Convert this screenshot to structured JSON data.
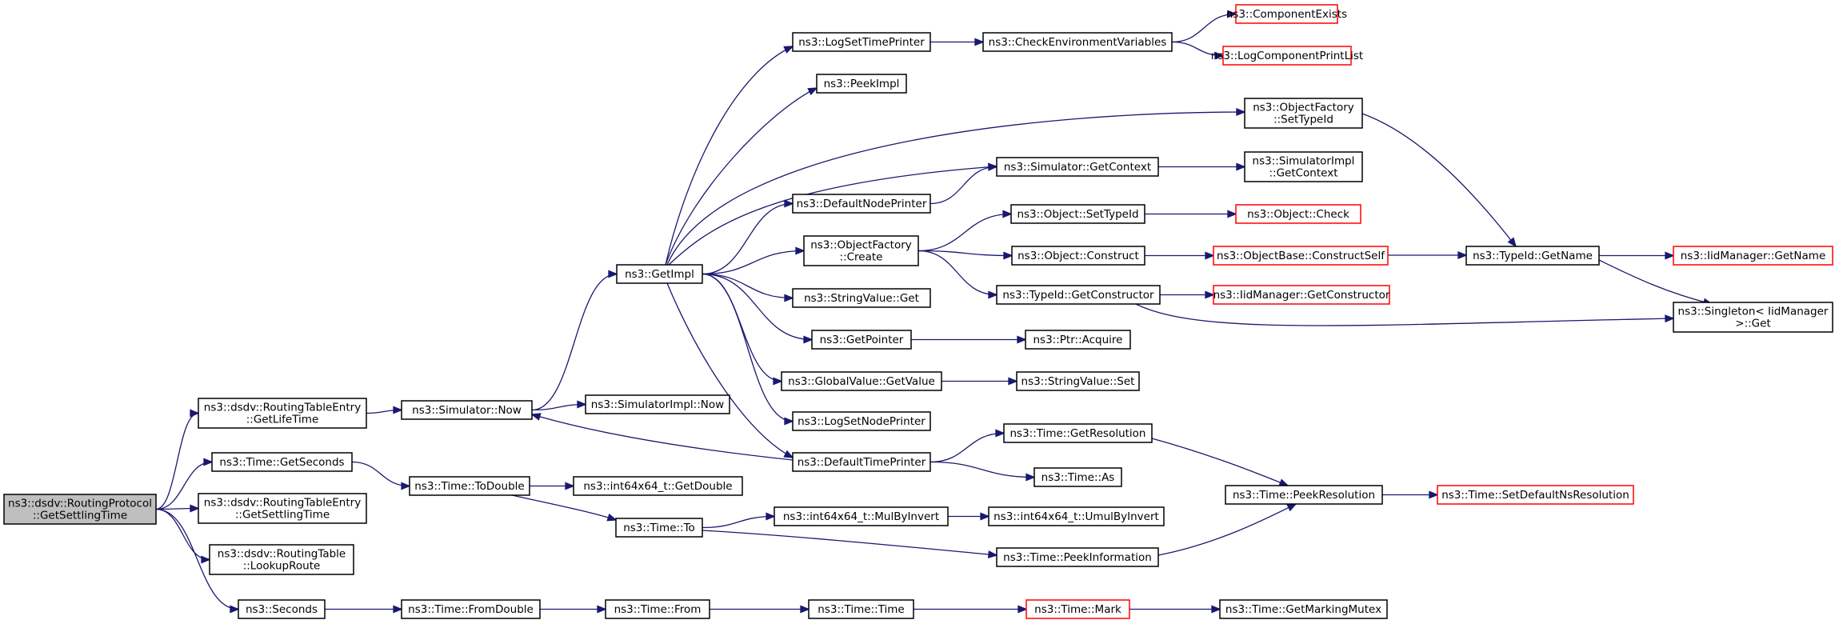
{
  "colors": {
    "edge": "#191970",
    "node_border": "#000000",
    "node_border_external": "#ff0000",
    "node_fill": "#ffffff",
    "node_fill_root": "#bfbfbf"
  },
  "nodes": [
    {
      "id": "root",
      "lines": [
        "ns3::dsdv::RoutingProtocol",
        "::GetSettlingTime"
      ],
      "kind": "root"
    },
    {
      "id": "rte_lifetime",
      "lines": [
        "ns3::dsdv::RoutingTableEntry",
        "::GetLifeTime"
      ],
      "kind": "normal"
    },
    {
      "id": "time_getseconds",
      "lines": [
        "ns3::Time::GetSeconds"
      ],
      "kind": "normal"
    },
    {
      "id": "rte_settling",
      "lines": [
        "ns3::dsdv::RoutingTableEntry",
        "::GetSettlingTime"
      ],
      "kind": "normal"
    },
    {
      "id": "rt_lookup",
      "lines": [
        "ns3::dsdv::RoutingTable",
        "::LookupRoute"
      ],
      "kind": "normal"
    },
    {
      "id": "seconds",
      "lines": [
        "ns3::Seconds"
      ],
      "kind": "normal"
    },
    {
      "id": "sim_now",
      "lines": [
        "ns3::Simulator::Now"
      ],
      "kind": "normal"
    },
    {
      "id": "time_todouble",
      "lines": [
        "ns3::Time::ToDouble"
      ],
      "kind": "normal"
    },
    {
      "id": "time_fromdouble",
      "lines": [
        "ns3::Time::FromDouble"
      ],
      "kind": "normal"
    },
    {
      "id": "getimpl",
      "lines": [
        "ns3::GetImpl"
      ],
      "kind": "normal"
    },
    {
      "id": "simimpl_now",
      "lines": [
        "ns3::SimulatorImpl::Now"
      ],
      "kind": "normal"
    },
    {
      "id": "int64_getdouble",
      "lines": [
        "ns3::int64x64_t::GetDouble"
      ],
      "kind": "normal"
    },
    {
      "id": "time_to",
      "lines": [
        "ns3::Time::To"
      ],
      "kind": "normal"
    },
    {
      "id": "time_from",
      "lines": [
        "ns3::Time::From"
      ],
      "kind": "normal"
    },
    {
      "id": "logsettimeprinter",
      "lines": [
        "ns3::LogSetTimePrinter"
      ],
      "kind": "normal"
    },
    {
      "id": "peekimpl",
      "lines": [
        "ns3::PeekImpl"
      ],
      "kind": "normal"
    },
    {
      "id": "defaultnodeprinter",
      "lines": [
        "ns3::DefaultNodePrinter"
      ],
      "kind": "normal"
    },
    {
      "id": "objfactory_create",
      "lines": [
        "ns3::ObjectFactory",
        "::Create"
      ],
      "kind": "normal"
    },
    {
      "id": "stringvalue_get",
      "lines": [
        "ns3::StringValue::Get"
      ],
      "kind": "normal"
    },
    {
      "id": "getpointer",
      "lines": [
        "ns3::GetPointer"
      ],
      "kind": "normal"
    },
    {
      "id": "globalvalue_getvalue",
      "lines": [
        "ns3::GlobalValue::GetValue"
      ],
      "kind": "normal"
    },
    {
      "id": "logsetnodeprinter",
      "lines": [
        "ns3::LogSetNodePrinter"
      ],
      "kind": "normal"
    },
    {
      "id": "defaulttimeprinter",
      "lines": [
        "ns3::DefaultTimePrinter"
      ],
      "kind": "normal"
    },
    {
      "id": "int64_mulbyinvert",
      "lines": [
        "ns3::int64x64_t::MulByInvert"
      ],
      "kind": "normal"
    },
    {
      "id": "time_time",
      "lines": [
        "ns3::Time::Time"
      ],
      "kind": "normal"
    },
    {
      "id": "checkenvvars",
      "lines": [
        "ns3::CheckEnvironmentVariables"
      ],
      "kind": "normal"
    },
    {
      "id": "sim_getcontext",
      "lines": [
        "ns3::Simulator::GetContext"
      ],
      "kind": "normal"
    },
    {
      "id": "object_settypeid",
      "lines": [
        "ns3::Object::SetTypeId"
      ],
      "kind": "normal"
    },
    {
      "id": "object_construct",
      "lines": [
        "ns3::Object::Construct"
      ],
      "kind": "normal"
    },
    {
      "id": "typeid_getconstructor",
      "lines": [
        "ns3::TypeId::GetConstructor"
      ],
      "kind": "normal"
    },
    {
      "id": "ptr_acquire",
      "lines": [
        "ns3::Ptr::Acquire"
      ],
      "kind": "normal"
    },
    {
      "id": "stringvalue_set",
      "lines": [
        "ns3::StringValue::Set"
      ],
      "kind": "normal"
    },
    {
      "id": "time_getresolution",
      "lines": [
        "ns3::Time::GetResolution"
      ],
      "kind": "normal"
    },
    {
      "id": "time_as",
      "lines": [
        "ns3::Time::As"
      ],
      "kind": "normal"
    },
    {
      "id": "int64_umulbyinvert",
      "lines": [
        "ns3::int64x64_t::UmulByInvert"
      ],
      "kind": "normal"
    },
    {
      "id": "time_peekinformation",
      "lines": [
        "ns3::Time::PeekInformation"
      ],
      "kind": "normal"
    },
    {
      "id": "time_mark",
      "lines": [
        "ns3::Time::Mark"
      ],
      "kind": "external"
    },
    {
      "id": "componentexists",
      "lines": [
        "ns3::ComponentExists"
      ],
      "kind": "external"
    },
    {
      "id": "logcomponentprintlist",
      "lines": [
        "ns3::LogComponentPrintList"
      ],
      "kind": "external"
    },
    {
      "id": "objfactory_settypeid",
      "lines": [
        "ns3::ObjectFactory",
        "::SetTypeId"
      ],
      "kind": "normal"
    },
    {
      "id": "simimpl_getcontext",
      "lines": [
        "ns3::SimulatorImpl",
        "::GetContext"
      ],
      "kind": "normal"
    },
    {
      "id": "object_check",
      "lines": [
        "ns3::Object::Check"
      ],
      "kind": "external"
    },
    {
      "id": "objectbase_constructself",
      "lines": [
        "ns3::ObjectBase::ConstructSelf"
      ],
      "kind": "external"
    },
    {
      "id": "iidmanager_getconstructor",
      "lines": [
        "ns3::IidManager::GetConstructor"
      ],
      "kind": "external"
    },
    {
      "id": "time_peekresolution",
      "lines": [
        "ns3::Time::PeekResolution"
      ],
      "kind": "normal"
    },
    {
      "id": "time_getmarkingmutex",
      "lines": [
        "ns3::Time::GetMarkingMutex"
      ],
      "kind": "normal"
    },
    {
      "id": "typeid_getname",
      "lines": [
        "ns3::TypeId::GetName"
      ],
      "kind": "normal"
    },
    {
      "id": "time_setdefaultnsresolution",
      "lines": [
        "ns3::Time::SetDefaultNsResolution"
      ],
      "kind": "external"
    },
    {
      "id": "iidmanager_getname",
      "lines": [
        "ns3::IidManager::GetName"
      ],
      "kind": "external"
    },
    {
      "id": "singleton_get",
      "lines": [
        "ns3::Singleton< IidManager",
        ">::Get"
      ],
      "kind": "normal"
    }
  ],
  "edges": [
    [
      "root",
      "rte_lifetime"
    ],
    [
      "root",
      "time_getseconds"
    ],
    [
      "root",
      "rte_settling"
    ],
    [
      "root",
      "rt_lookup"
    ],
    [
      "root",
      "seconds"
    ],
    [
      "rte_lifetime",
      "sim_now"
    ],
    [
      "time_getseconds",
      "time_todouble"
    ],
    [
      "seconds",
      "time_fromdouble"
    ],
    [
      "sim_now",
      "getimpl"
    ],
    [
      "sim_now",
      "simimpl_now"
    ],
    [
      "time_todouble",
      "int64_getdouble"
    ],
    [
      "time_todouble",
      "time_to"
    ],
    [
      "time_fromdouble",
      "time_from"
    ],
    [
      "getimpl",
      "logsettimeprinter"
    ],
    [
      "getimpl",
      "peekimpl"
    ],
    [
      "getimpl",
      "objfactory_settypeid"
    ],
    [
      "getimpl",
      "sim_getcontext"
    ],
    [
      "getimpl",
      "defaultnodeprinter"
    ],
    [
      "getimpl",
      "objfactory_create"
    ],
    [
      "getimpl",
      "stringvalue_get"
    ],
    [
      "getimpl",
      "getpointer"
    ],
    [
      "getimpl",
      "globalvalue_getvalue"
    ],
    [
      "getimpl",
      "logsetnodeprinter"
    ],
    [
      "getimpl",
      "defaulttimeprinter"
    ],
    [
      "defaulttimeprinter",
      "sim_now"
    ],
    [
      "defaulttimeprinter",
      "time_getresolution"
    ],
    [
      "defaulttimeprinter",
      "time_as"
    ],
    [
      "logsettimeprinter",
      "checkenvvars"
    ],
    [
      "checkenvvars",
      "componentexists"
    ],
    [
      "checkenvvars",
      "logcomponentprintlist"
    ],
    [
      "defaultnodeprinter",
      "sim_getcontext"
    ],
    [
      "sim_getcontext",
      "simimpl_getcontext"
    ],
    [
      "objfactory_create",
      "object_settypeid"
    ],
    [
      "objfactory_create",
      "object_construct"
    ],
    [
      "objfactory_create",
      "typeid_getconstructor"
    ],
    [
      "object_settypeid",
      "object_check"
    ],
    [
      "object_construct",
      "objectbase_constructself"
    ],
    [
      "objectbase_constructself",
      "typeid_getname"
    ],
    [
      "objfactory_settypeid",
      "typeid_getname"
    ],
    [
      "typeid_getconstructor",
      "iidmanager_getconstructor"
    ],
    [
      "typeid_getconstructor",
      "singleton_get"
    ],
    [
      "typeid_getname",
      "iidmanager_getname"
    ],
    [
      "typeid_getname",
      "singleton_get"
    ],
    [
      "getpointer",
      "ptr_acquire"
    ],
    [
      "globalvalue_getvalue",
      "stringvalue_set"
    ],
    [
      "time_getresolution",
      "time_peekresolution"
    ],
    [
      "time_peekresolution",
      "time_setdefaultnsresolution"
    ],
    [
      "time_to",
      "int64_mulbyinvert"
    ],
    [
      "time_to",
      "time_peekinformation"
    ],
    [
      "int64_mulbyinvert",
      "int64_umulbyinvert"
    ],
    [
      "time_peekinformation",
      "time_peekresolution"
    ],
    [
      "time_from",
      "time_time"
    ],
    [
      "time_time",
      "time_mark"
    ],
    [
      "time_mark",
      "time_getmarkingmutex"
    ]
  ]
}
